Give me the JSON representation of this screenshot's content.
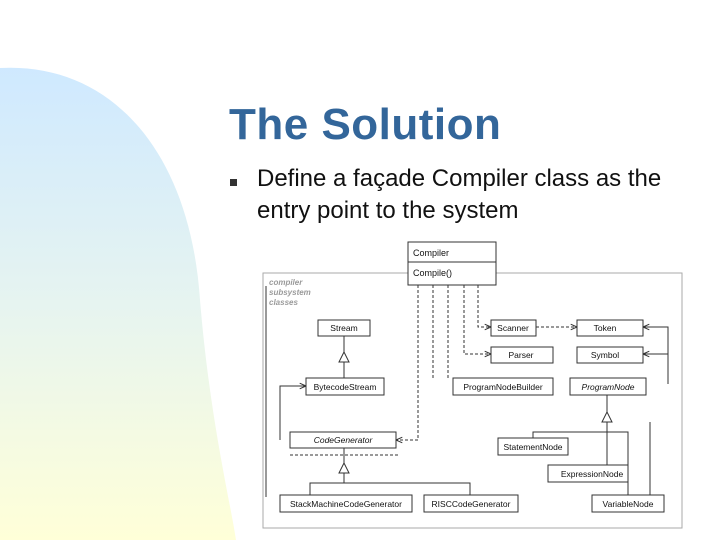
{
  "title": "The Solution",
  "bullets": [
    {
      "marker_icon": "square-bullet-icon",
      "text": "Define a façade Compiler class as the entry point to the system"
    }
  ],
  "diagram": {
    "facade": {
      "class_name": "Compiler",
      "operation": "Compile()"
    },
    "subsystem_label": [
      "compiler",
      "subsystem",
      "classes"
    ],
    "classes": {
      "stream": "Stream",
      "scanner": "Scanner",
      "token": "Token",
      "parser": "Parser",
      "symbol": "Symbol",
      "bytecode_stream": "BytecodeStream",
      "program_node_builder": "ProgramNodeBuilder",
      "program_node": "ProgramNode",
      "code_generator": "CodeGenerator",
      "statement_node": "StatementNode",
      "expression_node": "ExpressionNode",
      "stack_machine_code_generator": "StackMachineCodeGenerator",
      "risc_code_generator": "RISCCodeGenerator",
      "variable_node": "VariableNode"
    }
  },
  "colors": {
    "title": "#33669a",
    "gradient_top": "#cfe9ff",
    "gradient_bottom": "#ffffd8",
    "diagram_line": "#333333",
    "subsystem_label": "#9a9a9a"
  }
}
